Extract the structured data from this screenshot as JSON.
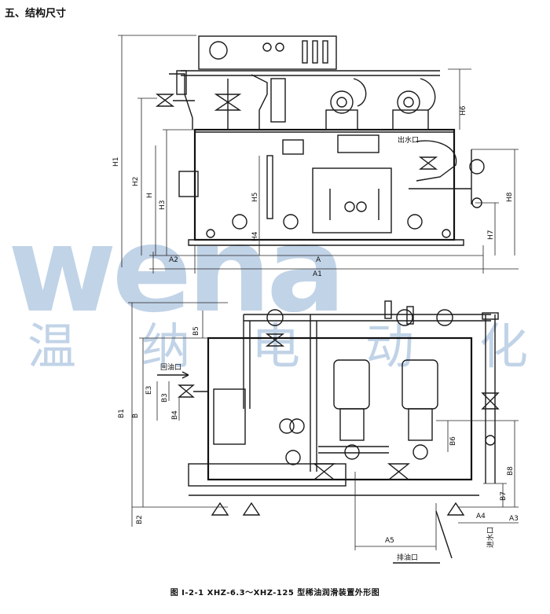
{
  "heading": "五、结构尺寸",
  "caption": "图 I-2-1  XHZ-6.3～XHZ-125 型稀油润滑装置外形图",
  "watermark": {
    "latin": "wena",
    "chinese": [
      "温",
      "纳",
      "电",
      "动",
      "化"
    ]
  },
  "front_view": {
    "labels": {
      "outlet": "出水口",
      "H": "H",
      "H1": "H1",
      "H2": "H2",
      "H3": "H3",
      "H4": "H4",
      "H5": "H5",
      "H6": "H6",
      "H7": "H7",
      "H8": "H8",
      "A": "A",
      "A1": "A1",
      "A2": "A2"
    }
  },
  "top_view": {
    "labels": {
      "return_oil": "回油口",
      "drain_oil": "排油口",
      "water_inlet": "进水口",
      "B": "B",
      "B1": "B1",
      "B2": "B2",
      "B3": "B3",
      "B4": "B4",
      "B5": "B5",
      "B6": "B6",
      "B7": "B7",
      "B8": "B8",
      "E3": "E3",
      "A3": "A3",
      "A4": "A4",
      "A5": "A5"
    }
  }
}
